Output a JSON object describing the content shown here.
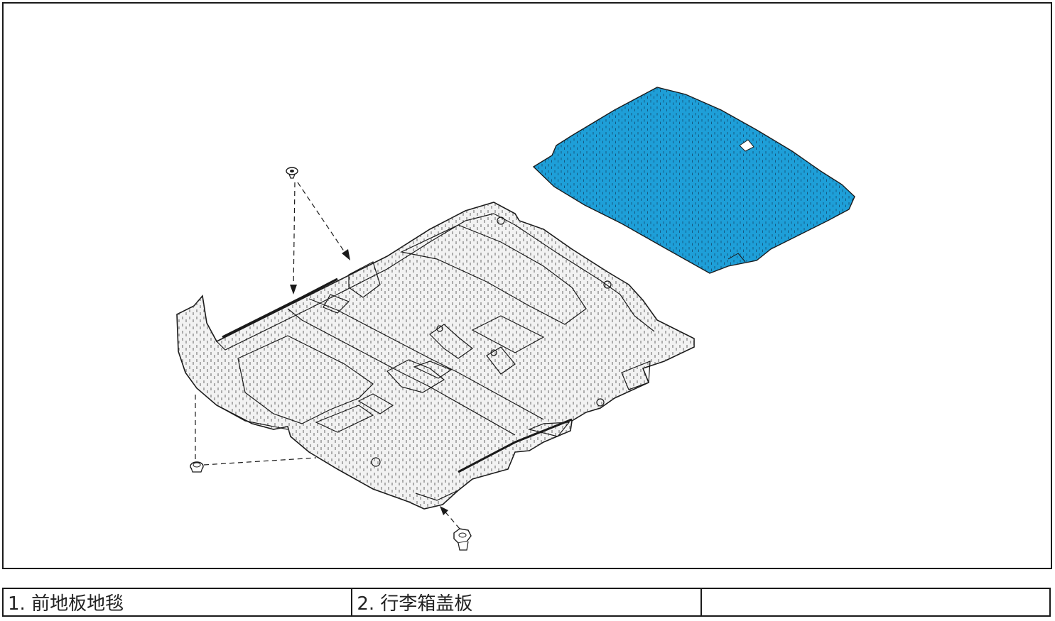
{
  "figure": {
    "colors": {
      "trunk_cover_fill": "#1e9fd8",
      "floor_carpet_fill": "#f2f2f2",
      "outline": "#1a1a1a"
    },
    "parts": [
      {
        "number": 1,
        "icon": "front-floor-carpet-icon"
      },
      {
        "number": 2,
        "icon": "trunk-cover-panel-icon"
      }
    ],
    "fastener_icons": [
      "clip-fastener-icon",
      "push-pin-fastener-icon",
      "bolt-fastener-icon"
    ]
  },
  "legend": {
    "items": [
      {
        "label": "1. 前地板地毯"
      },
      {
        "label": "2. 行李箱盖板"
      },
      {
        "label": ""
      }
    ]
  }
}
